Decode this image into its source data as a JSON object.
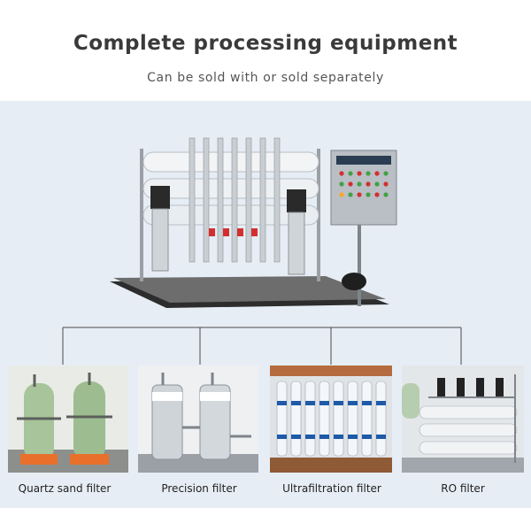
{
  "header": {
    "title": "Complete processing equipment",
    "subtitle": "Can be sold with or sold separately"
  },
  "products": [
    {
      "label": "Quartz sand filter"
    },
    {
      "label": "Precision filter"
    },
    {
      "label": "Ultrafiltration filter"
    },
    {
      "label": "RO filter"
    }
  ],
  "colors": {
    "panel_background": "#e6edf5",
    "connector_line": "#4a4a4a",
    "title_text": "#3a3a3a"
  }
}
